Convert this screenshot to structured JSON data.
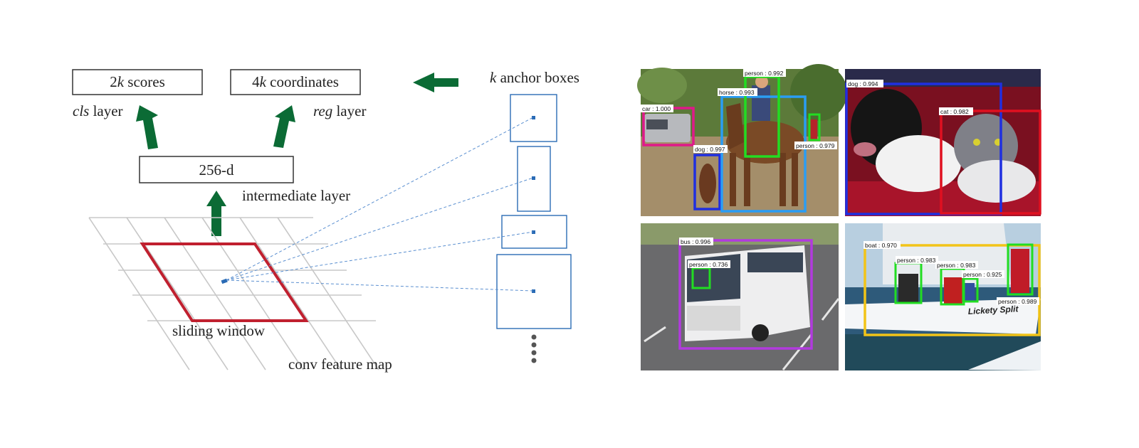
{
  "diagram": {
    "boxes": {
      "scores": {
        "k": "2",
        "italic": "k",
        "rest": " scores"
      },
      "coords": {
        "k": "4",
        "italic": "k",
        "rest": " coordinates"
      },
      "intermediate": "256-d"
    },
    "labels": {
      "cls_italic": "cls",
      "cls_rest": " layer",
      "reg_italic": "reg",
      "reg_rest": " layer",
      "intermediate_layer": "intermediate layer",
      "sliding_window": "sliding window",
      "conv_feature_map": "conv feature map",
      "anchor_italic": "k",
      "anchor_rest": " anchor boxes"
    },
    "colors": {
      "arrow": "#0b6b35",
      "window": "#c0202f",
      "anchor": "#2a6bb5",
      "grid": "#c8c8c8",
      "box_border": "#333333"
    }
  },
  "detections": {
    "panel1": {
      "labels": [
        "car : 1.000",
        "person : 0.992",
        "horse : 0.993",
        "dog : 0.997",
        "person : 0.979"
      ]
    },
    "panel2": {
      "labels": [
        "dog : 0.994",
        "cat : 0.982"
      ]
    },
    "panel3": {
      "labels": [
        "bus : 0.996",
        "person : 0.736"
      ]
    },
    "panel4": {
      "labels": [
        "boat : 0.970",
        "person : 0.983",
        "person : 0.983",
        "person : 0.925",
        "person : 0.989"
      ],
      "hull_text": "Lickety Split"
    },
    "colors": {
      "car": "#e0198a",
      "person": "#22dd22",
      "horse": "#2a9df4",
      "dog": "#1f2fe0",
      "cat": "#e01020",
      "bus": "#b23adf",
      "boat": "#f2c418"
    }
  }
}
